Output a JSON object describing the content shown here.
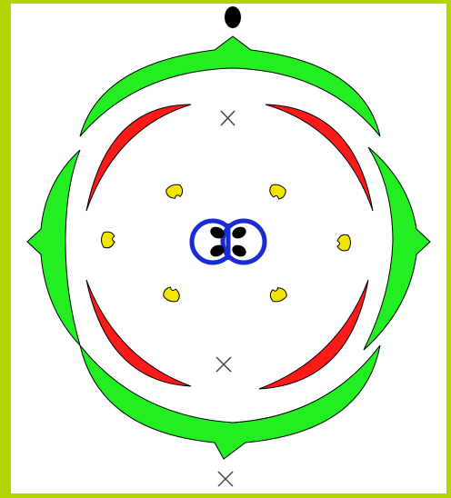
{
  "colors": {
    "frame": "#b3d400",
    "sepals": "#22ee22",
    "petals": "#ff1a1a",
    "stamens": "#f2e600",
    "ovary_outline": "#1a2bd6",
    "ovules": "#000000",
    "axis_dot": "#000000",
    "cross_marks": "#444444",
    "outline": "#000000"
  },
  "diagram": {
    "type": "floral-diagram",
    "axis_marker": "axis-dot",
    "sepals": 4,
    "petals": 4,
    "stamens": 6,
    "carpels": 2,
    "ovules": 4,
    "cross_marks": 3
  }
}
